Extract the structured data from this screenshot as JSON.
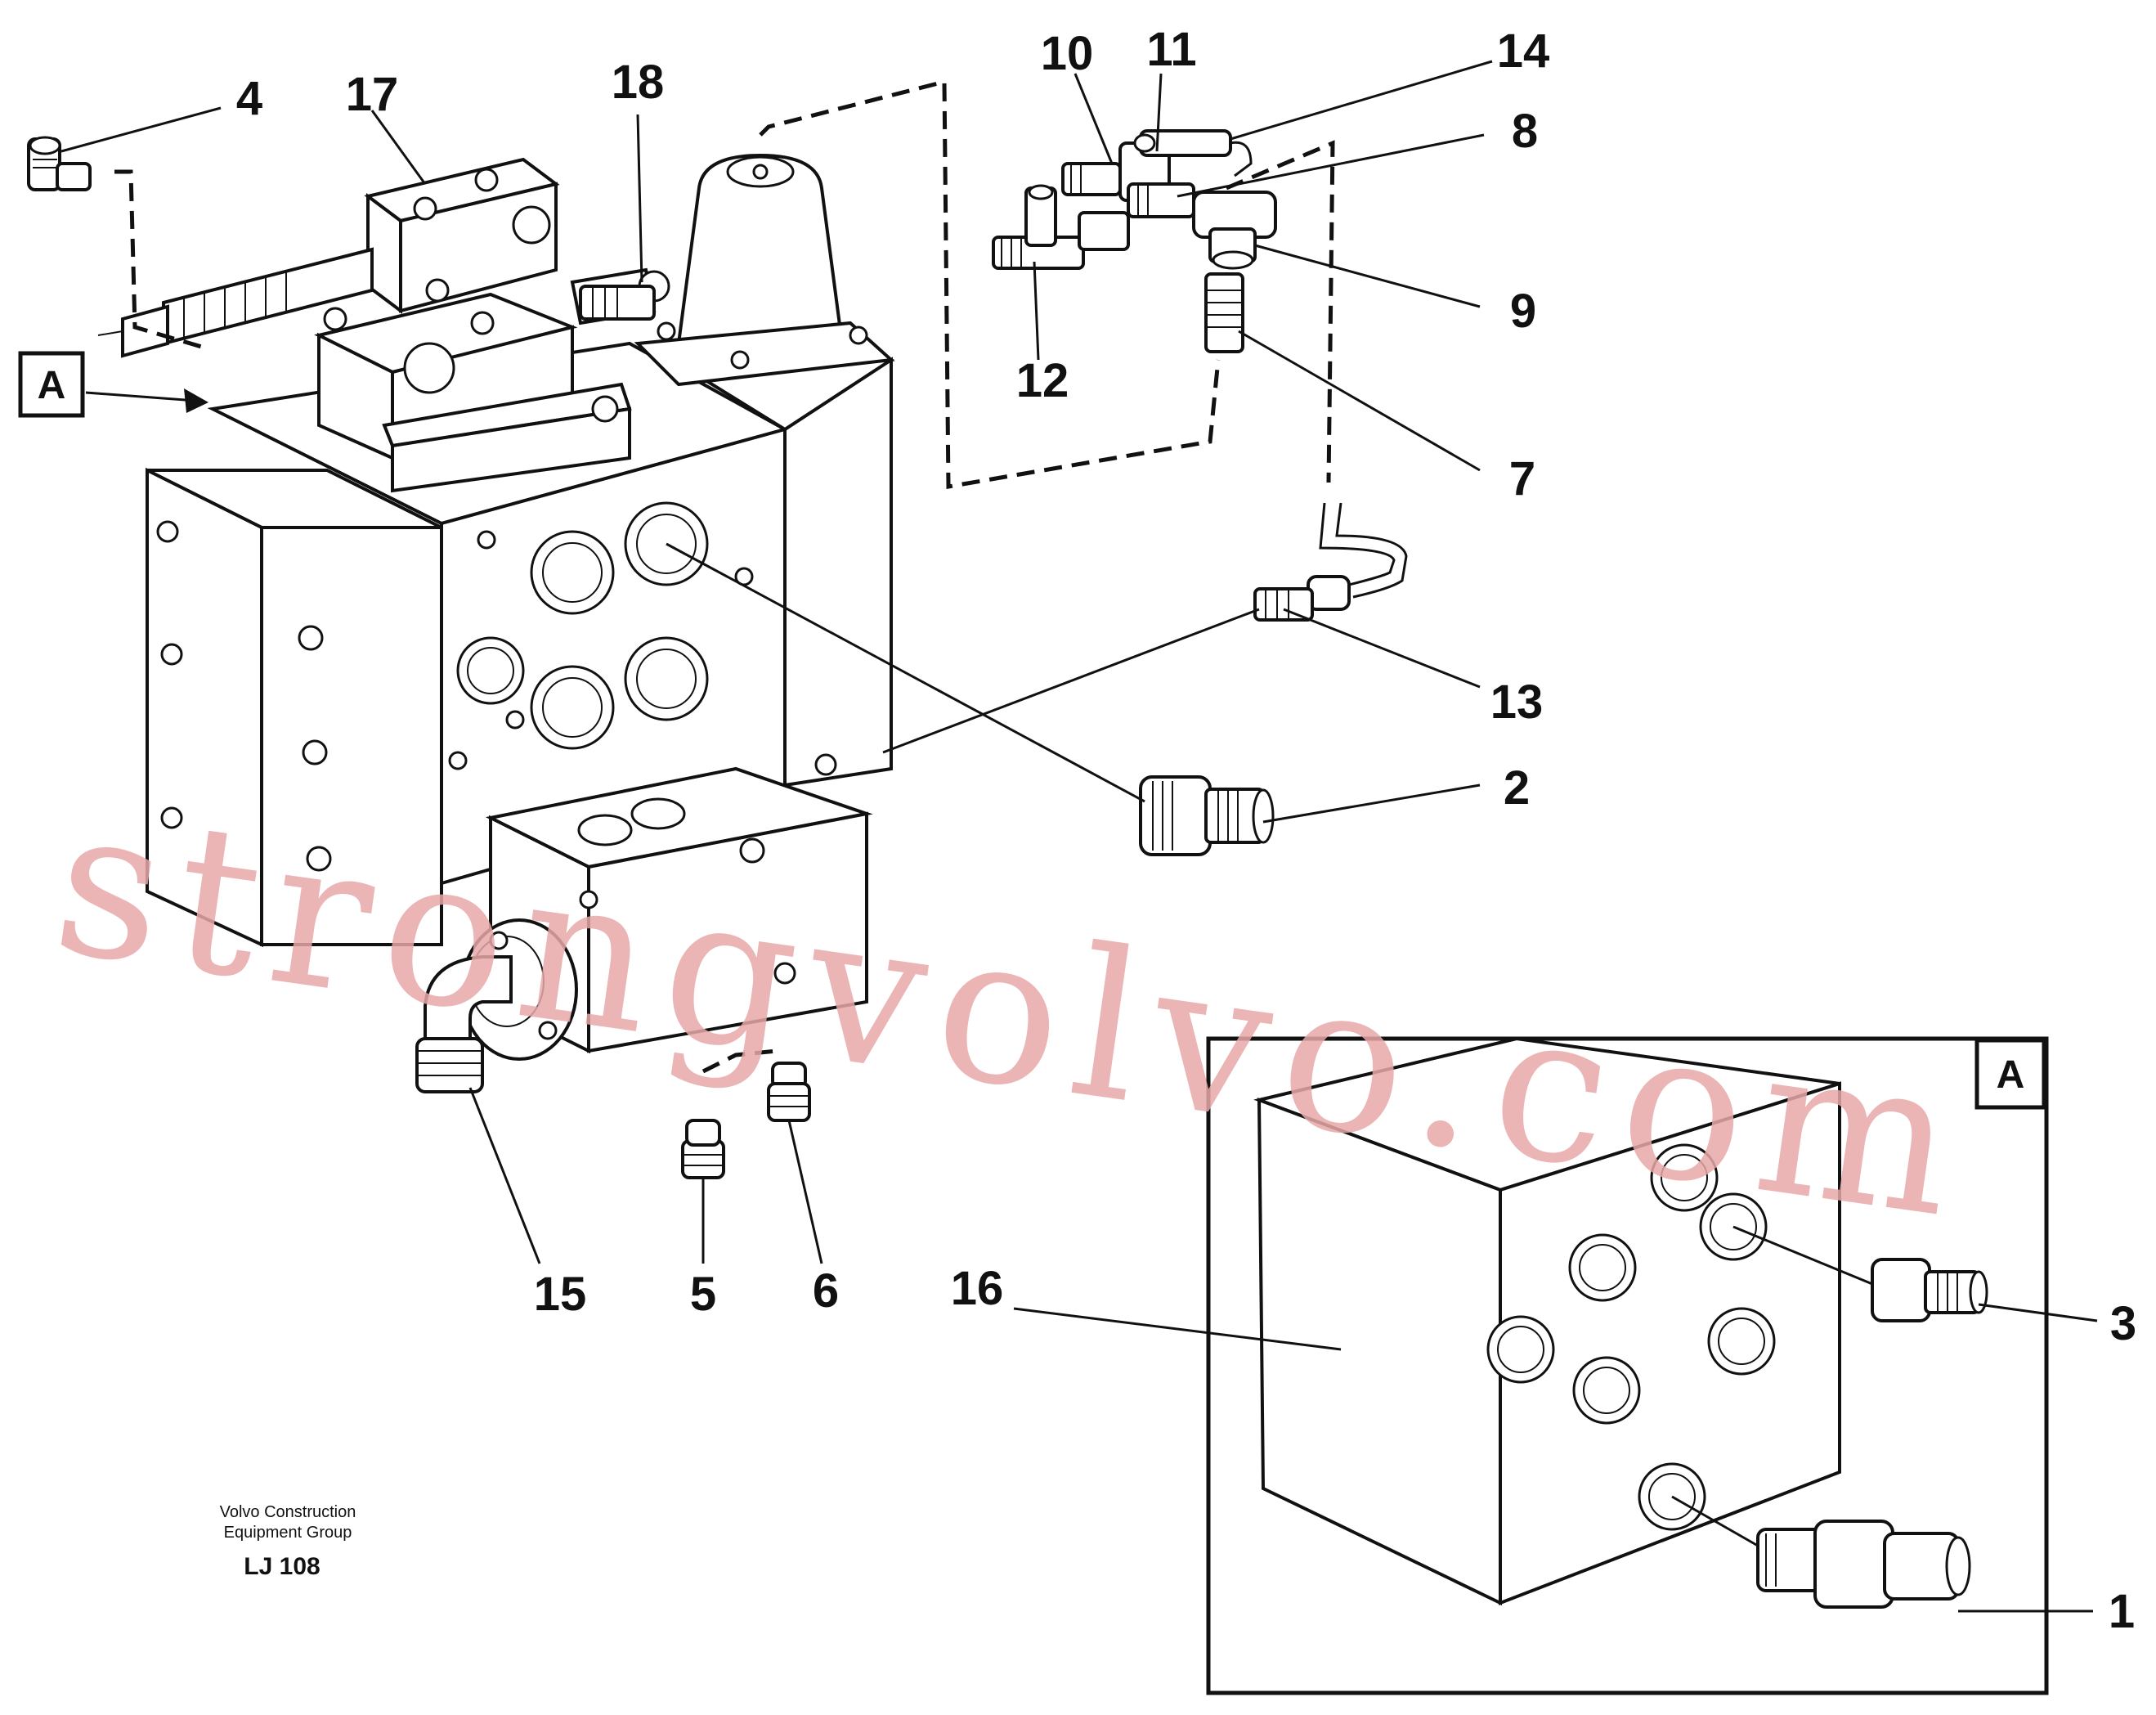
{
  "callouts": {
    "n1": "1",
    "n2": "2",
    "n3": "3",
    "n4": "4",
    "n5": "5",
    "n6": "6",
    "n7": "7",
    "n8": "8",
    "n9": "9",
    "n10": "10",
    "n11": "11",
    "n12": "12",
    "n13": "13",
    "n14": "14",
    "n15": "15",
    "n16": "16",
    "n17": "17",
    "n18": "18"
  },
  "view_labels": {
    "main_arrow": "A",
    "detail_box": "A"
  },
  "watermark": {
    "text": "strongvolvo.com",
    "color": "#e8a8a8"
  },
  "footer": {
    "company_line1": "Volvo Construction",
    "company_line2": "Equipment Group",
    "code": "LJ 108"
  }
}
